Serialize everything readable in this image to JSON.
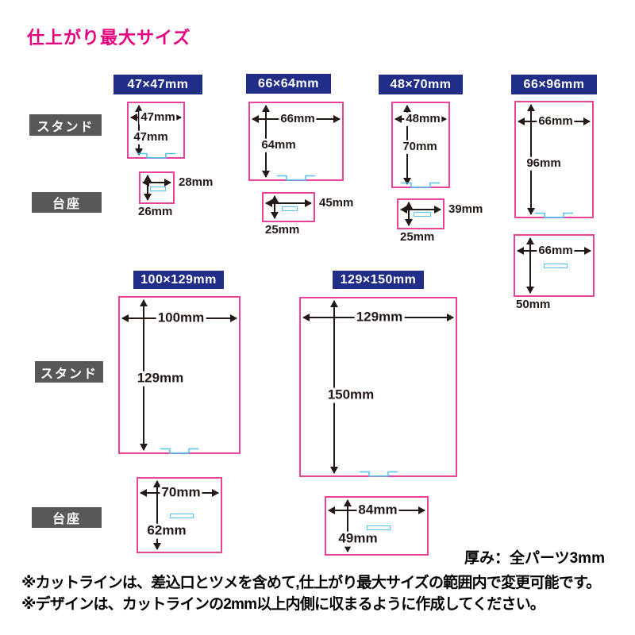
{
  "title": "仕上がり最大サイズ",
  "row_labels": [
    "スタンド",
    "台座",
    "スタンド",
    "台座"
  ],
  "panels": [
    {
      "header": "47×47mm",
      "stand": {
        "w": "47mm",
        "h": "47mm"
      },
      "base": {
        "w": "28mm",
        "h": "26mm"
      }
    },
    {
      "header": "66×64mm",
      "stand": {
        "w": "66mm",
        "h": "64mm"
      },
      "base": {
        "w": "45mm",
        "h": "25mm"
      }
    },
    {
      "header": "48×70mm",
      "stand": {
        "w": "48mm",
        "h": "70mm"
      },
      "base": {
        "w": "39mm",
        "h": "25mm"
      }
    },
    {
      "header": "66×96mm",
      "stand": {
        "w": "66mm",
        "h": "96mm"
      },
      "base": {
        "w": "66mm",
        "h": "50mm"
      }
    },
    {
      "header": "100×129mm",
      "stand": {
        "w": "100mm",
        "h": "129mm"
      },
      "base": {
        "w": "70mm",
        "h": "62mm"
      }
    },
    {
      "header": "129×150mm",
      "stand": {
        "w": "129mm",
        "h": "150mm"
      },
      "base": {
        "w": "84mm",
        "h": "49mm"
      }
    }
  ],
  "thickness_note": "厚み：全パーツ3mm",
  "notes": [
    "※カットラインは、差込口とツメを含めて,仕上がり最大サイズの範囲内で変更可能です。",
    "※デザインは、カットラインの2mm以上内側に収まるように作成してください。"
  ],
  "colors": {
    "accent_magenta": "#e4007f",
    "outline_pink": "#e6439a",
    "header_navy": "#212e87",
    "label_gray": "#595757",
    "slot_cyan": "#54c3f1",
    "dimension_black": "#231815"
  }
}
